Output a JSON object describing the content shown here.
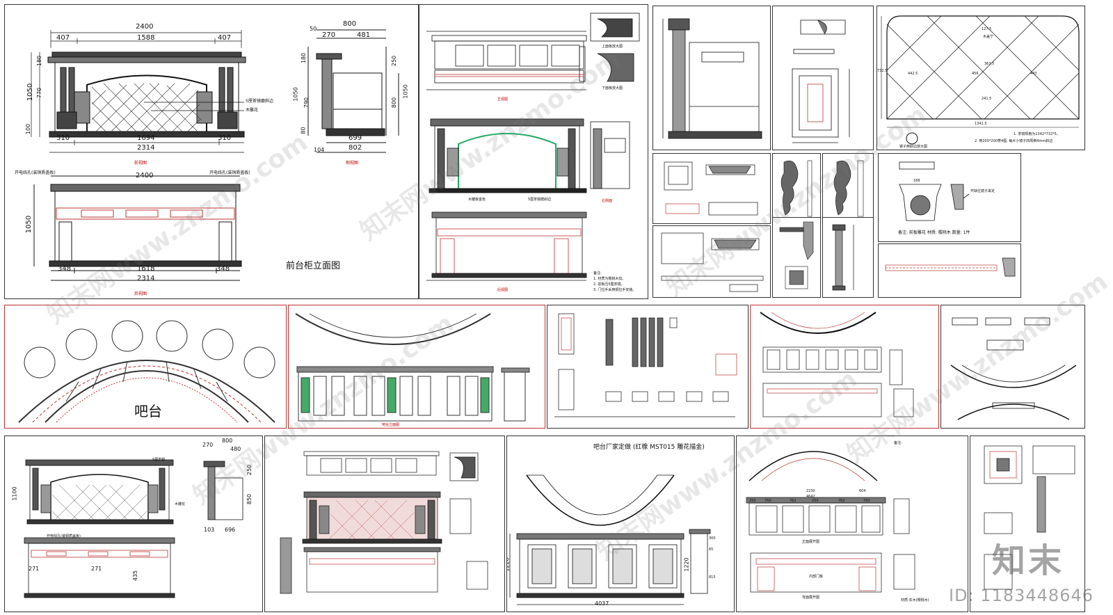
{
  "sheet": {
    "p1": {
      "dims_top": [
        "2400",
        "407",
        "1588",
        "407"
      ],
      "dims_left": [
        "1050",
        "180",
        "770",
        "100"
      ],
      "dims_bottom": [
        "310",
        "1694",
        "310",
        "2314"
      ],
      "note_mirror": "5厘茶镜磨斜边",
      "note_carving": "木雕花",
      "front_view": "前视图",
      "side_dims_top": [
        "800",
        "50",
        "270",
        "481"
      ],
      "side_dims_left": [
        "180",
        "1050",
        "790",
        "80"
      ],
      "side_dims_right": [
        "250",
        "800",
        "1050"
      ],
      "side_dims_bottom": [
        "699",
        "104",
        "802"
      ],
      "side_view": "侧视图",
      "back_note_left": "开电线孔(装铜质盖板)",
      "back_note_right": "开电线孔(装铜质盖板)",
      "back_dim_top": "2400",
      "back_dim_left": "1050",
      "back_dims_bottom": [
        "348",
        "1618",
        "348",
        "2314"
      ],
      "title": "前台柜立面图",
      "back_view": "后视图"
    },
    "p2": {
      "front": "正视图",
      "side": "右侧面",
      "back": "后视图",
      "top_detail": "上面板放大图",
      "bottom_detail": "下面板放大图",
      "gold": "木雕板金色",
      "mirror": "5厘茶镜磨斜边",
      "notes": [
        "备注:",
        "1. 材质为樱桃木纹。",
        "2. 前板压5厘茶镜。",
        "3. 门拉手采用铜拉手安装。"
      ]
    },
    "p6": {
      "dims": [
        "127.5",
        "363.5",
        "241.5",
        "442.5",
        "456",
        "443",
        "1341.5",
        "732.5"
      ],
      "wood_line": "木盖宁",
      "notes": [
        "1. 茶镜规格为1342*732*5。",
        "2. 用200*200菱4厘, 每片小镜子四周倒4mm斜边"
      ],
      "mirror_label": "镜子倒斜边放大图"
    },
    "p7": {
      "dim": "188",
      "callout": "开缺位镜子来定",
      "note": "备注: 前板雕花 材质: 樱桃木 数量: 1件"
    },
    "p8": {
      "label": "吧台"
    },
    "p9": {
      "label": "吧台立面图"
    },
    "p12": {
      "dims_top": [
        "270",
        "800",
        "480"
      ],
      "dims_left": [
        "1100",
        "250",
        "850"
      ],
      "bottom_dims": [
        "271",
        "271",
        "435"
      ],
      "dims_side_bottom": [
        "103",
        "696"
      ],
      "note_mirror": "5厘茶镜",
      "note_carving": "木雕花",
      "note_hole": "开电线孔(装铜质盖板)"
    },
    "p14": {
      "title": "吧台厂家定做 (红橡 MST015 雕花描金)",
      "dims_left": [
        "1220"
      ],
      "dims_right": [
        "1220",
        "300",
        "65",
        "815"
      ],
      "dim_bottom": "4037"
    },
    "p15": {
      "dims_top": [
        "2230",
        "4642",
        "604"
      ],
      "dims_row": [
        "250",
        "760",
        "762",
        "200",
        "762",
        "760"
      ],
      "notes": [
        "备注:"
      ],
      "front_label": "正面展开图",
      "back_label": "背面展开图",
      "inner_label": "内部门板",
      "material": "材质:实木(樱桃木)"
    },
    "watermark": "知末网www.znzmo.com",
    "logo": "知末",
    "id_line": "ID: 1183448646"
  }
}
